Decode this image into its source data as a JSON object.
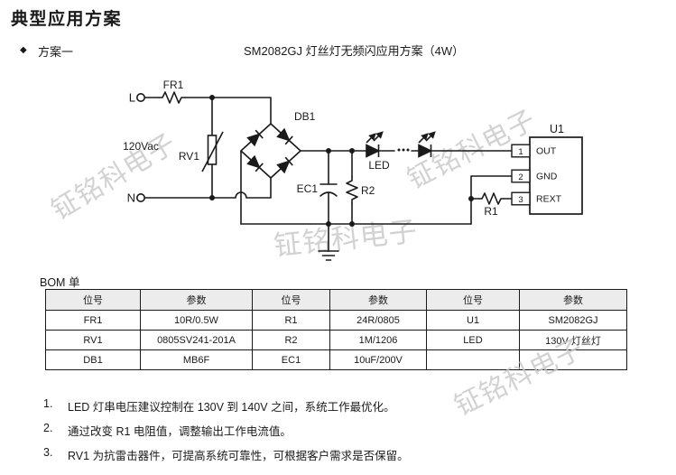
{
  "page": {
    "title": "典型应用方案",
    "scheme": {
      "bullet": "◆",
      "label": "方案一"
    },
    "subtitle": "SM2082GJ 灯丝灯无频闪应用方案（4W）"
  },
  "watermark": {
    "text": "钲铭科电子",
    "color": "#c8c8c8"
  },
  "circuit": {
    "terminals": {
      "live": "L",
      "neutral": "N",
      "voltage": "120Vac"
    },
    "components": {
      "fr1": "FR1",
      "rv1": "RV1",
      "db1": "DB1",
      "ec1": "EC1",
      "r2": "R2",
      "led": "LED",
      "r1": "R1",
      "u1": "U1"
    },
    "pins": [
      {
        "num": "1",
        "name": "OUT"
      },
      {
        "num": "2",
        "name": "GND"
      },
      {
        "num": "3",
        "name": "REXT"
      }
    ]
  },
  "bom": {
    "title": "BOM 单",
    "headers": [
      "位号",
      "参数",
      "位号",
      "参数",
      "位号",
      "参数"
    ],
    "rows": [
      [
        "FR1",
        "10R/0.5W",
        "R1",
        "24R/0805",
        "U1",
        "SM2082GJ"
      ],
      [
        "RV1",
        "0805SV241-201A",
        "R2",
        "1M/1206",
        "LED",
        "130V 灯丝灯"
      ],
      [
        "DB1",
        "MB6F",
        "EC1",
        "10uF/200V",
        "",
        ""
      ]
    ]
  },
  "notes": [
    {
      "num": "1.",
      "text": "LED 灯串电压建议控制在 130V 到 140V 之间，系统工作最优化。"
    },
    {
      "num": "2.",
      "text": "通过改变 R1 电阻值，调整输出工作电流值。"
    },
    {
      "num": "3.",
      "text": "RV1 为抗雷击器件，可提高系统可靠性，可根据客户需求是否保留。"
    }
  ]
}
